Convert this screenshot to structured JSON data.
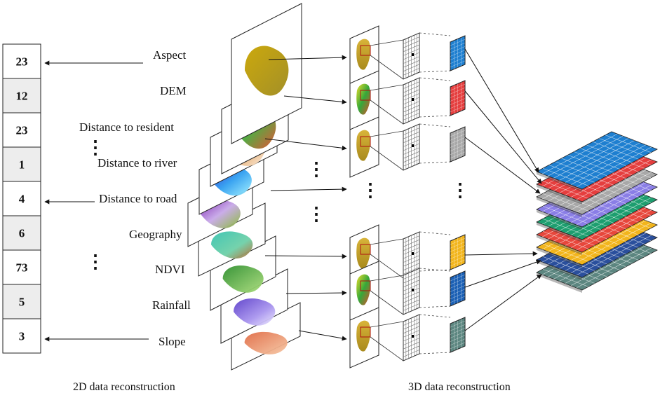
{
  "column_values": [
    "23",
    "12",
    "23",
    "1",
    "4",
    "6",
    "73",
    "5",
    "3"
  ],
  "factor_labels": [
    "Aspect",
    "DEM",
    "Distance to resident",
    "Distance to river",
    "Distance to road",
    "Geography",
    "NDVI",
    "Rainfall",
    "Slope"
  ],
  "captions": {
    "left": "2D data reconstruction",
    "right": "3D data reconstruction"
  },
  "ellipsis": "⋮",
  "colors": {
    "cell_shaded": "#ededed",
    "feature_cells": [
      "#1e7fd0",
      "#e53e3e",
      "#a8a8a8",
      "#f2b51c",
      "#1a5fb4",
      "#5c8680"
    ],
    "stack_layers": [
      "#1e7fd0",
      "#e53e3e",
      "#a8a8a8",
      "#8a7ee6",
      "#1d9e6f",
      "#e7473c",
      "#f2b51c",
      "#2a4f9c",
      "#5c8680"
    ],
    "map_base": "#d4a82a"
  }
}
